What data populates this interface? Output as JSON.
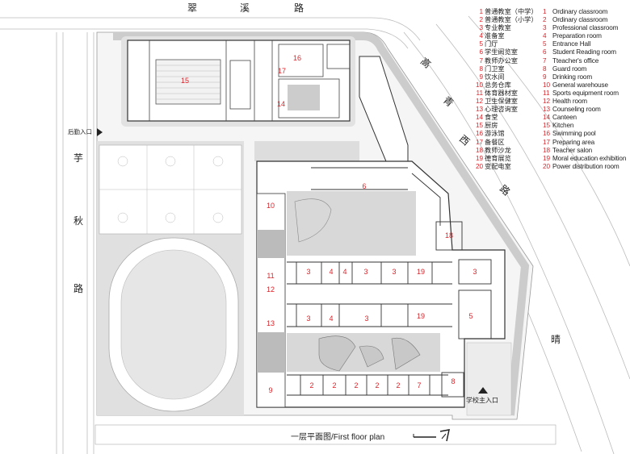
{
  "roads": {
    "north": [
      "翠",
      "溪",
      "路"
    ],
    "west": [
      "芋",
      "秋",
      "路"
    ],
    "east": [
      "高",
      "青",
      "西",
      "路"
    ],
    "southeast": "晴"
  },
  "entrances": {
    "logistics": "后勤入口",
    "main": "学校主入口"
  },
  "caption": "一层平面图/First floor plan",
  "legend": [
    {
      "num": "1",
      "zh": "普通教室（中学）",
      "en": "Ordinary classroom"
    },
    {
      "num": "2",
      "zh": "普通教室（小学）",
      "en": "Ordinary classroom"
    },
    {
      "num": "3",
      "zh": "专业教室",
      "en": "Professional classroom"
    },
    {
      "num": "4",
      "zh": "准备室",
      "en": "Preparation room"
    },
    {
      "num": "5",
      "zh": "门厅",
      "en": "Entrance Hall"
    },
    {
      "num": "6",
      "zh": "学生阅览室",
      "en": "Student Reading room"
    },
    {
      "num": "7",
      "zh": "教师办公室",
      "en": "Tteacher's office"
    },
    {
      "num": "8",
      "zh": "门卫室",
      "en": "Guard room"
    },
    {
      "num": "9",
      "zh": "饮水间",
      "en": "Drinking room"
    },
    {
      "num": "10",
      "zh": "总务仓库",
      "en": "General warehouse"
    },
    {
      "num": "11",
      "zh": "体育器材室",
      "en": "Sports equipment room"
    },
    {
      "num": "12",
      "zh": "卫生保健室",
      "en": "Health room"
    },
    {
      "num": "13",
      "zh": "心理咨询室",
      "en": "Counseling room"
    },
    {
      "num": "14",
      "zh": "食堂",
      "en": "Canteen"
    },
    {
      "num": "15",
      "zh": "厨房",
      "en": "Kitchen"
    },
    {
      "num": "16",
      "zh": "游泳馆",
      "en": "Swimming pool"
    },
    {
      "num": "17",
      "zh": "备餐区",
      "en": "Preparing area"
    },
    {
      "num": "18",
      "zh": "教师沙龙",
      "en": "Teacher salon"
    },
    {
      "num": "19",
      "zh": "德育展览",
      "en": "Moral education exhibition"
    },
    {
      "num": "20",
      "zh": "变配电室",
      "en": "Power distribution room"
    }
  ],
  "rooms": [
    "15",
    "16",
    "17",
    "14",
    "6",
    "10",
    "18",
    "11",
    "12",
    "13",
    "3",
    "4",
    "4",
    "3",
    "3",
    "19",
    "3",
    "3",
    "4",
    "3",
    "19",
    "5",
    "2",
    "2",
    "2",
    "2",
    "2",
    "7",
    "8",
    "9"
  ]
}
